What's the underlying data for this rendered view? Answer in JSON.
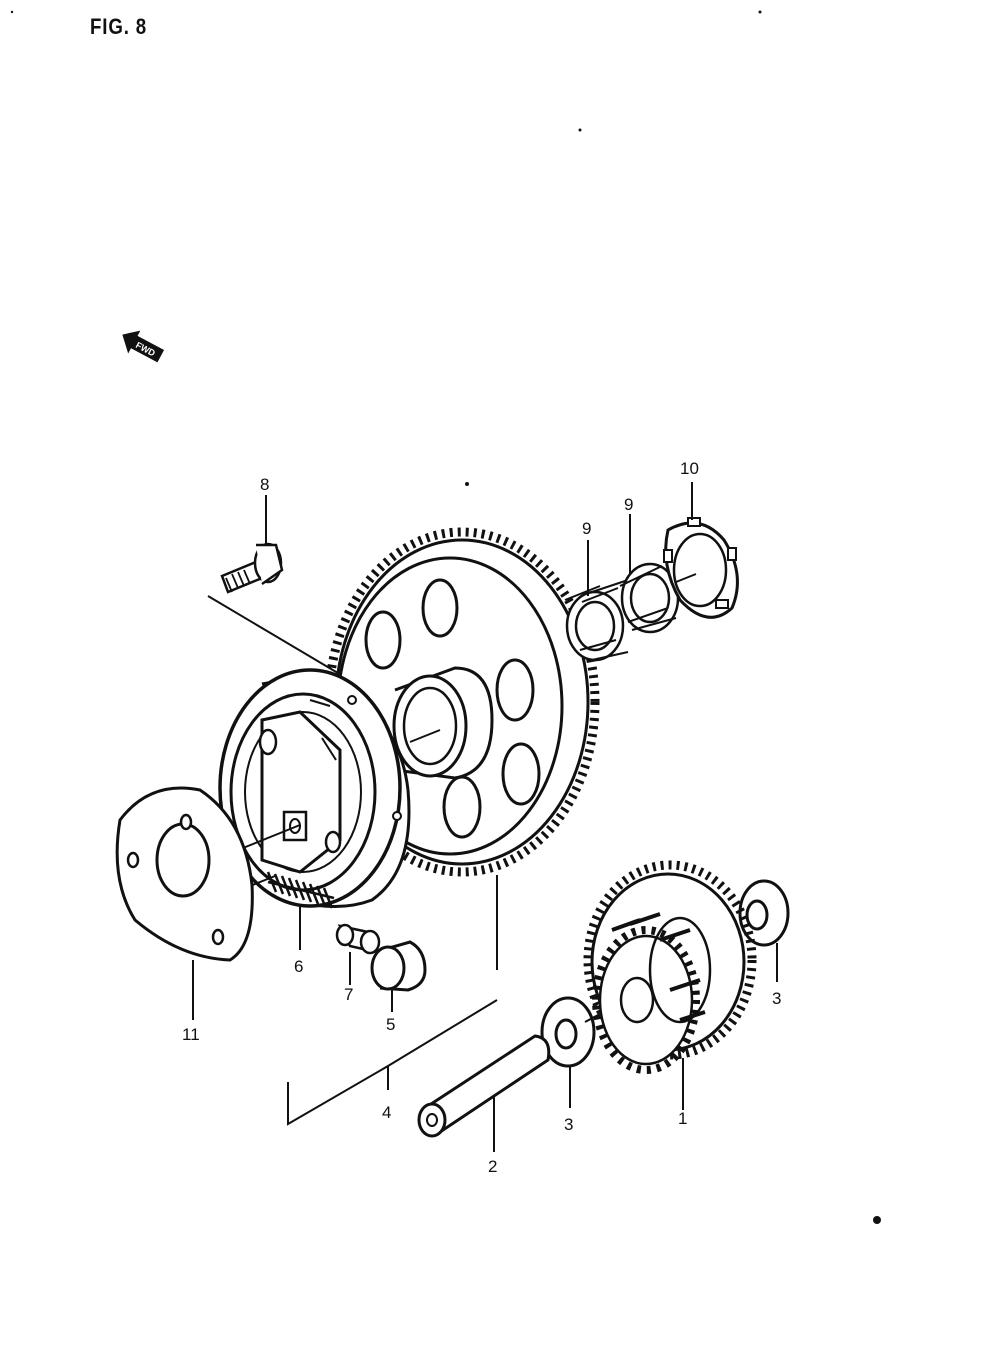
{
  "figure": {
    "title": "FIG. 8"
  },
  "fwd_marker": {
    "label": "FWD",
    "icon": "fwd-arrow-icon"
  },
  "callouts": {
    "c1": "1",
    "c2": "2",
    "c3a": "3",
    "c3b": "3",
    "c4": "4",
    "c5": "5",
    "c6": "6",
    "c7": "7",
    "c8": "8",
    "c9a": "9",
    "c9b": "9",
    "c10": "10",
    "c11": "11"
  },
  "colors": {
    "ink": "#111111",
    "paper": "#ffffff"
  }
}
